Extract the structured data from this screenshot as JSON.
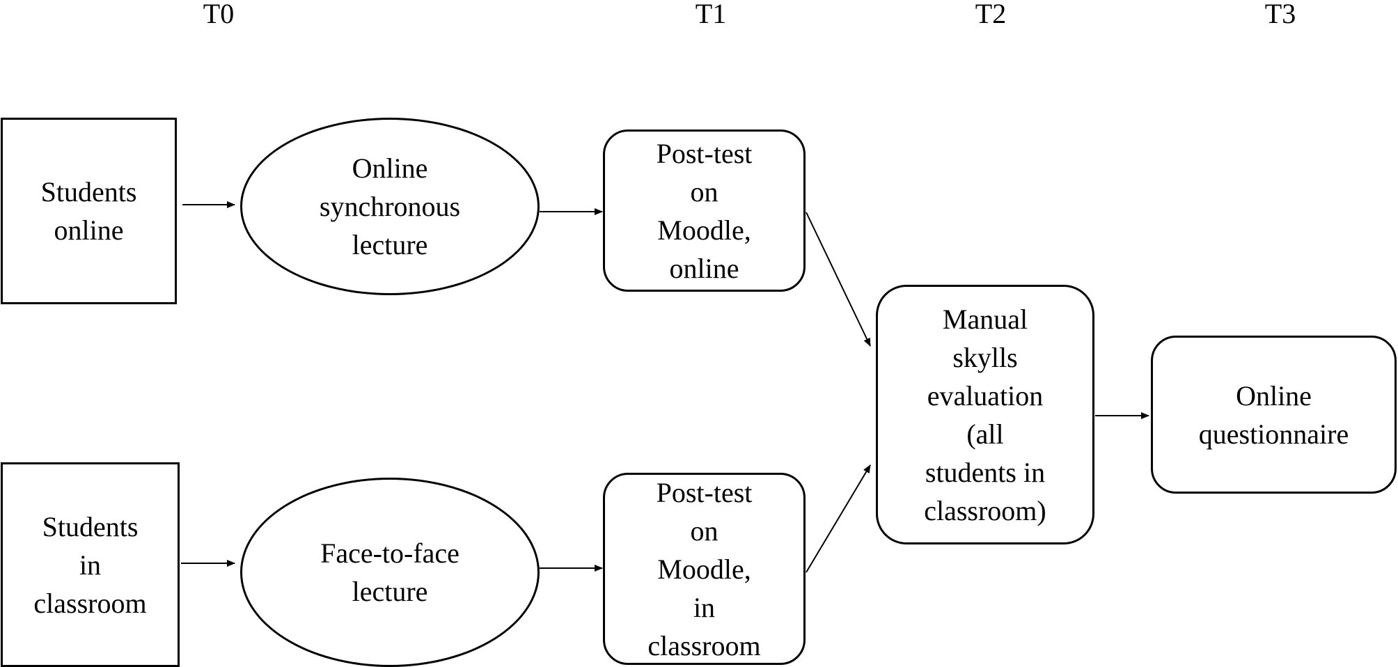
{
  "time_points": [
    "T0",
    "T1",
    "T2",
    "T3"
  ],
  "nodes": {
    "students_online": "Students\nonline",
    "online_lecture": "Online\nsynchronous\nlecture",
    "posttest_online": "Post-test\non\nMoodle,\nonline",
    "students_classroom": "Students\nin\nclassroom",
    "f2f_lecture": "Face-to-face\nlecture",
    "posttest_classroom": "Post-test\non\nMoodle,\nin\nclassroom",
    "manual_eval": "Manual\nskylls\nevaluation\n(all\nstudents in\nclassroom)",
    "questionnaire": "Online\nquestionnaire"
  },
  "colors": {
    "stroke": "#000000",
    "background": "#ffffff"
  }
}
